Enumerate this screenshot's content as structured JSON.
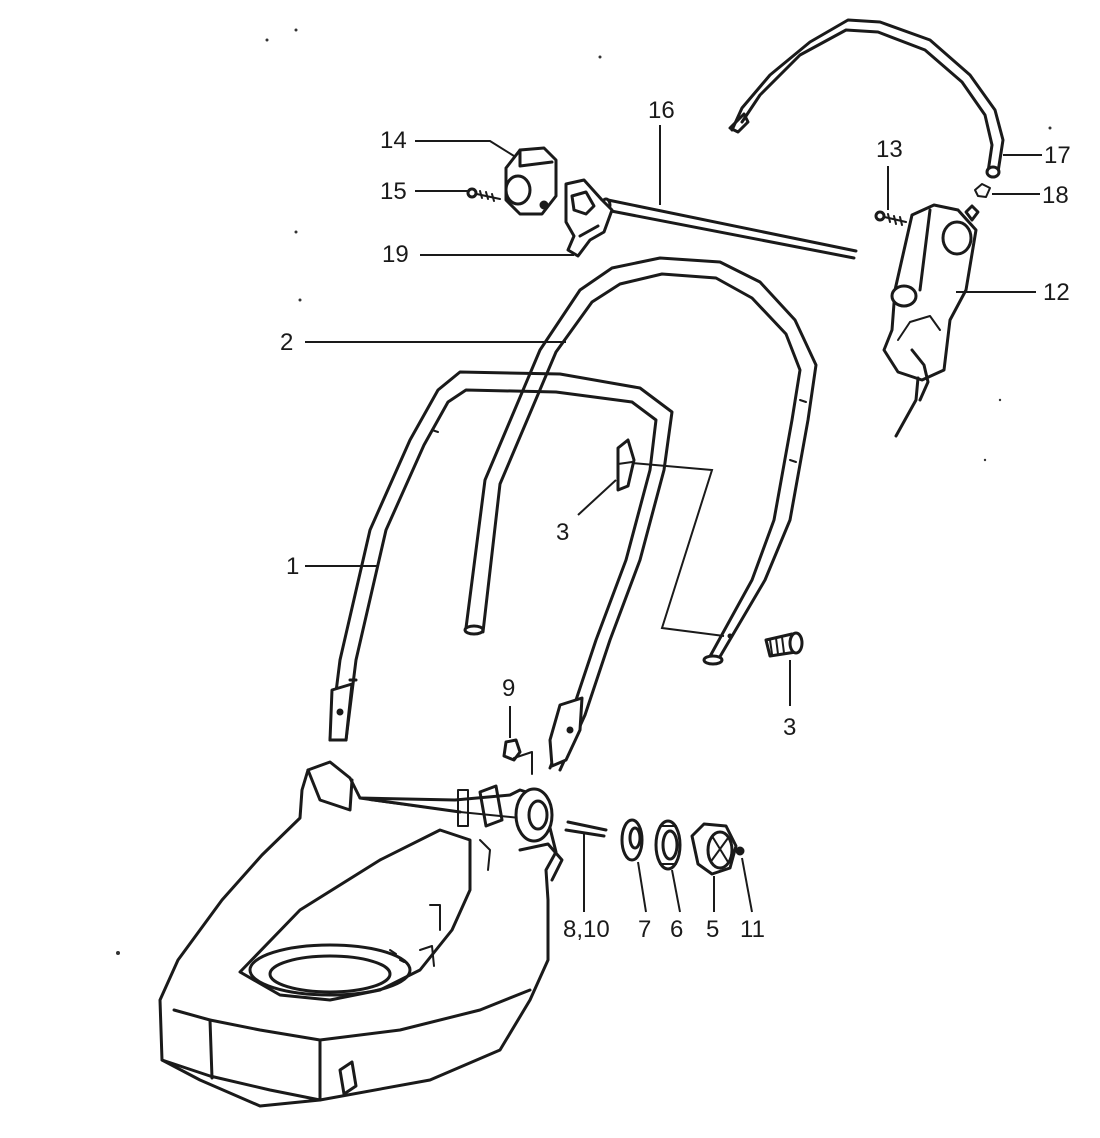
{
  "callouts": {
    "c1": "1",
    "c2": "2",
    "c3a": "3",
    "c3b": "3",
    "c5": "5",
    "c6": "6",
    "c7": "7",
    "c8_10": "8,10",
    "c9": "9",
    "c11": "11",
    "c12": "12",
    "c13": "13",
    "c14": "14",
    "c15": "15",
    "c16": "16",
    "c17": "17",
    "c18": "18",
    "c19": "19"
  }
}
